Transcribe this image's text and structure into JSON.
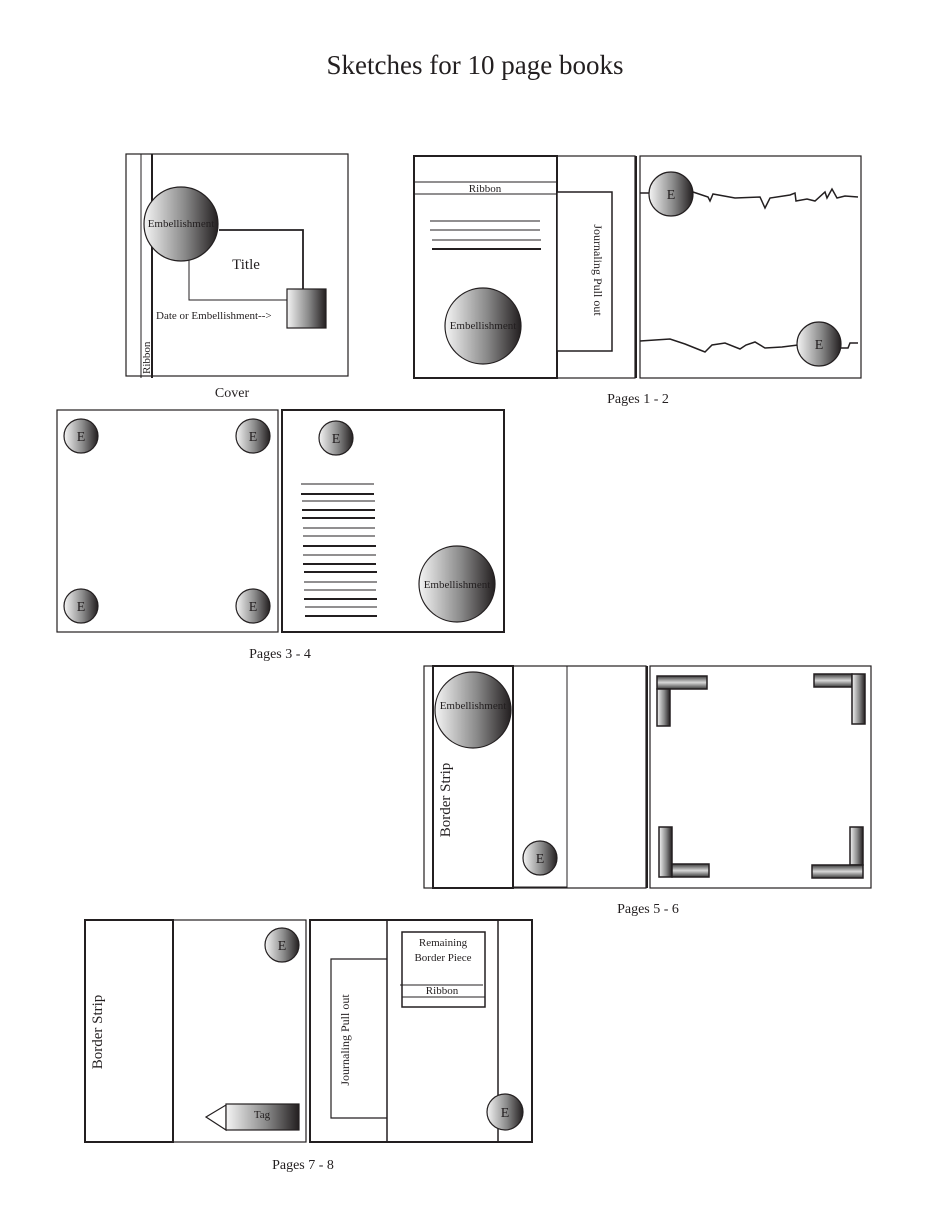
{
  "page": {
    "title": "Sketches for 10 page books"
  },
  "spreads": {
    "cover": {
      "caption": "Cover",
      "labels": {
        "embellishment": "Embellishment",
        "title": "Title",
        "date": "Date or Embellishment-->",
        "ribbon": "Ribbon"
      }
    },
    "pages_1_2": {
      "caption": "Pages 1 - 2",
      "labels": {
        "ribbon": "Ribbon",
        "journaling": "Journaling Pull out",
        "embellishment": "Embellishment",
        "e_top": "E",
        "e_bottom": "E"
      }
    },
    "pages_3_4": {
      "caption": "Pages 3 - 4",
      "labels": {
        "e_tl": "E",
        "e_tr": "E",
        "e_bl": "E",
        "e_br": "E",
        "e_right": "E",
        "embellishment": "Embellishment"
      }
    },
    "pages_5_6": {
      "caption": "Pages 5 - 6",
      "labels": {
        "embellishment": "Embellishment",
        "border_strip": "Border Strip",
        "e": "E"
      }
    },
    "pages_7_8": {
      "caption": "Pages 7 - 8",
      "labels": {
        "border_strip": "Border Strip",
        "e_left": "E",
        "tag": "Tag",
        "journaling": "Journaling Pull out",
        "remaining_line1": "Remaining",
        "remaining_line2": "Border Piece",
        "ribbon": "Ribbon",
        "e_right": "E"
      }
    }
  },
  "colors": {
    "line": "#231f20",
    "gradient_light": "#f2f2f2",
    "gradient_dark": "#231f20"
  }
}
